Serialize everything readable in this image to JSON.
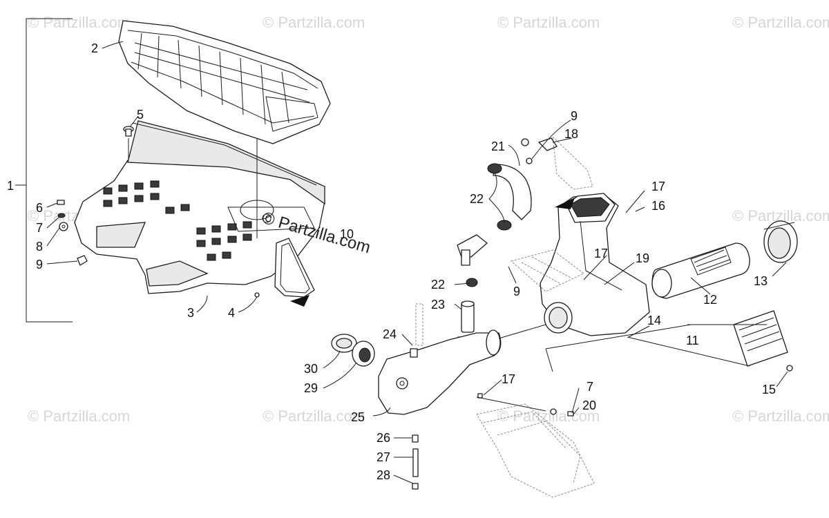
{
  "watermark": {
    "text": "© Partzilla.com",
    "center_text": "© Partzilla.com"
  },
  "callouts": {
    "c1": "1",
    "c2": "2",
    "c3": "3",
    "c4": "4",
    "c5": "5",
    "c6": "6",
    "c7a": "7",
    "c7b": "7",
    "c8": "8",
    "c9a": "9",
    "c9b": "9",
    "c9c": "9",
    "c10": "10",
    "c11": "11",
    "c12": "12",
    "c13": "13",
    "c14": "14",
    "c15": "15",
    "c16": "16",
    "c17a": "17",
    "c17b": "17",
    "c17c": "17",
    "c18": "18",
    "c19": "19",
    "c20": "20",
    "c21": "21",
    "c22a": "22",
    "c22b": "22",
    "c23": "23",
    "c24": "24",
    "c25": "25",
    "c26": "26",
    "c27": "27",
    "c28": "28",
    "c29": "29",
    "c30": "30"
  }
}
